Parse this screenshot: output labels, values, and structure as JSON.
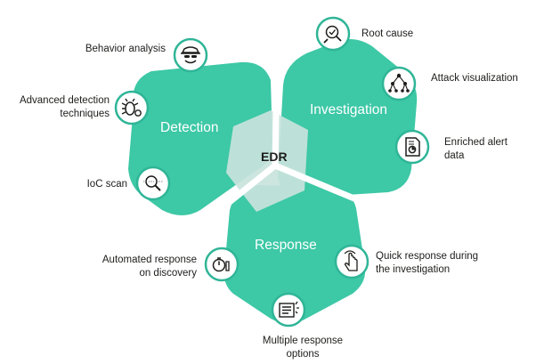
{
  "diagram": {
    "center": "EDR",
    "colors": {
      "segment": "#3dc8a6",
      "center": "#c8e3dc",
      "icon_ring": "#2fb597",
      "text": "#1d1d1b"
    },
    "segments": [
      {
        "title": "Detection",
        "items": [
          {
            "lines": [
              "Behavior analysis"
            ],
            "icon": "spy-icon"
          },
          {
            "lines": [
              "Advanced detection",
              "techniques"
            ],
            "icon": "bug-gear-icon"
          },
          {
            "lines": [
              "IoC scan"
            ],
            "icon": "magnifier-scan-icon"
          }
        ]
      },
      {
        "title": "Investigation",
        "items": [
          {
            "lines": [
              "Root cause"
            ],
            "icon": "root-search-icon"
          },
          {
            "lines": [
              "Attack visualization"
            ],
            "icon": "graph-tree-icon"
          },
          {
            "lines": [
              "Enriched alert",
              "data"
            ],
            "icon": "report-icon"
          }
        ]
      },
      {
        "title": "Response",
        "items": [
          {
            "lines": [
              "Automated response",
              "on discovery"
            ],
            "icon": "timer-hand-icon"
          },
          {
            "lines": [
              "Quick response during",
              "the investigation"
            ],
            "icon": "pointer-click-icon"
          },
          {
            "lines": [
              "Multiple response",
              "options"
            ],
            "icon": "options-list-icon"
          }
        ]
      }
    ]
  }
}
